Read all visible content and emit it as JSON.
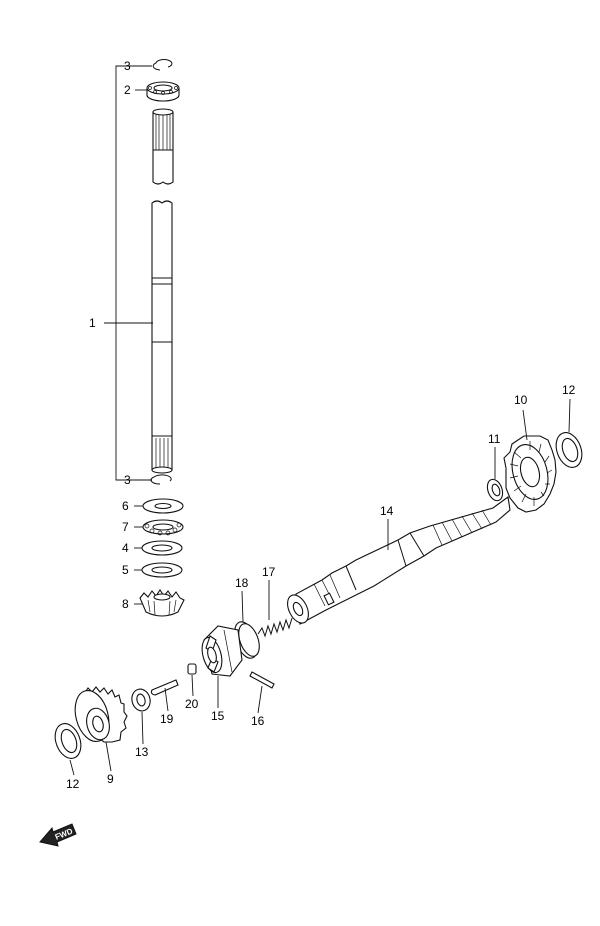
{
  "callouts": {
    "c1": "1",
    "c2": "2",
    "c3_top": "3",
    "c3_bottom": "3",
    "c4": "4",
    "c5": "5",
    "c6": "6",
    "c7": "7",
    "c8": "8",
    "c9": "9",
    "c10": "10",
    "c11": "11",
    "c12_right": "12",
    "c12_left": "12",
    "c13": "13",
    "c14": "14",
    "c15": "15",
    "c16": "16",
    "c17": "17",
    "c18": "18",
    "c19": "19",
    "c20": "20"
  },
  "fwd_badge": {
    "label": "FWD",
    "icon": "forward-arrow-icon"
  }
}
